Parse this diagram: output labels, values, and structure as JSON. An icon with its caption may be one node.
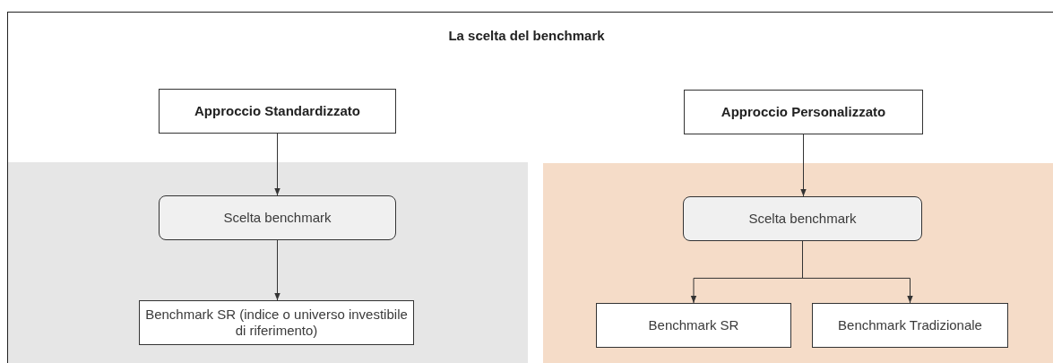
{
  "diagram": {
    "title": "La scelta del benchmark",
    "nodes": [
      {
        "text": [
          "Approccio Standardizzato"
        ]
      },
      {
        "text": [
          "Approccio Personalizzato"
        ]
      },
      {
        "text": [
          "Scelta benchmark"
        ]
      },
      {
        "text": [
          "Scelta benchmark"
        ]
      },
      {
        "text": [
          "Benchmark SR (indice o universo investibile di riferimento)"
        ]
      },
      {
        "text": [
          "Benchmark SR"
        ]
      },
      {
        "text": [
          "Benchmark Tradizionale"
        ]
      }
    ],
    "edges": [
      {
        "from": 0,
        "to": 2,
        "arrow": "to"
      },
      {
        "from": 2,
        "to": 4,
        "arrow": "to"
      },
      {
        "from": 1,
        "to": 3,
        "arrow": "to"
      },
      {
        "from": 3,
        "to": 5,
        "arrow": "to"
      },
      {
        "from": 3,
        "to": 6,
        "arrow": "to"
      }
    ]
  }
}
